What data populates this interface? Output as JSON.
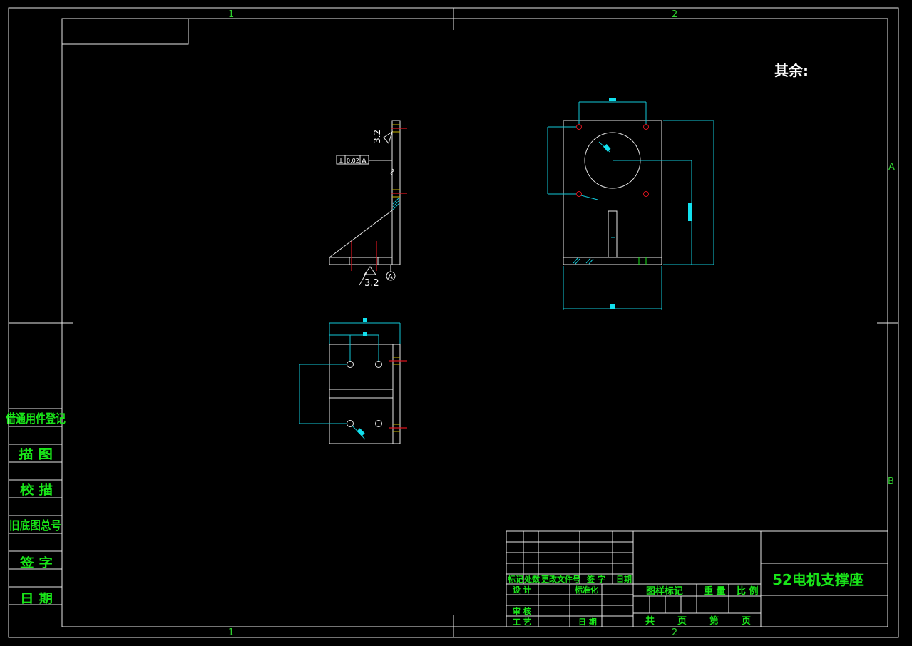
{
  "zones": {
    "top": [
      "1",
      "2"
    ],
    "bottom": [
      "1",
      "2"
    ],
    "right": [
      "A",
      "B"
    ]
  },
  "annotation": {
    "remaining": "其余:"
  },
  "symbols": {
    "roughness_top": "3.2",
    "roughness_bottom": "3.2",
    "flatness_value": "0.02",
    "datum_letter": "A",
    "datum_label": "A"
  },
  "side_table": {
    "labels": [
      "借通用件登记",
      "描 图",
      "校 描",
      "旧底图总号",
      "签 字",
      "日 期"
    ]
  },
  "title_block": {
    "drawing_title": "52电机支撑座",
    "revision_header": [
      "标记",
      "处数",
      "更改文件号",
      "签 字",
      "日期"
    ],
    "design": "设 计",
    "standardization": "标准化",
    "review": "审 核",
    "process": "工 艺",
    "date": "日 期",
    "stage_mark": "图样标记",
    "weight": "重 量",
    "scale": "比 例",
    "total_label": "共",
    "sheet_label": "页",
    "page_label": "第",
    "page_unit": "页"
  },
  "colors": {
    "background": "#000000",
    "line": "#e8e8e8",
    "dimension": "#12c8d8",
    "text_green": "#19e619",
    "hole_red": "#d8141e"
  }
}
